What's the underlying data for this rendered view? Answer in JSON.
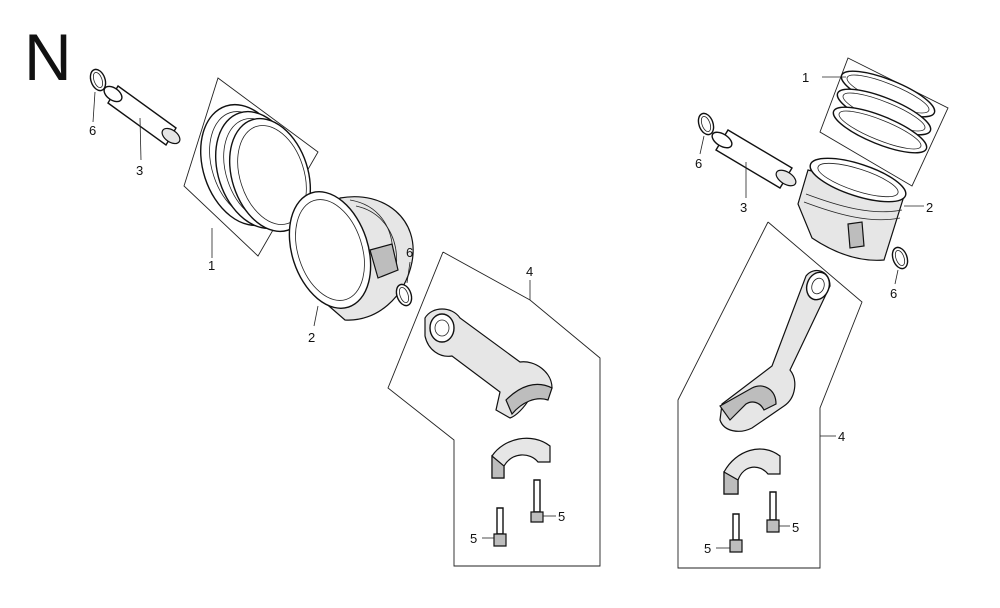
{
  "diagram": {
    "section_letter": "N",
    "left_assembly": {
      "callouts": {
        "piston_rings": "1",
        "piston": "2",
        "piston_pin": "3",
        "connecting_rod": "4",
        "bolt_a": "5",
        "bolt_b": "5",
        "clip_a": "6",
        "clip_b": "6"
      }
    },
    "right_assembly": {
      "callouts": {
        "piston_rings": "1",
        "piston": "2",
        "piston_pin": "3",
        "connecting_rod": "4",
        "bolt_a": "5",
        "bolt_b": "5",
        "clip_a": "6",
        "clip_b": "6"
      }
    }
  }
}
